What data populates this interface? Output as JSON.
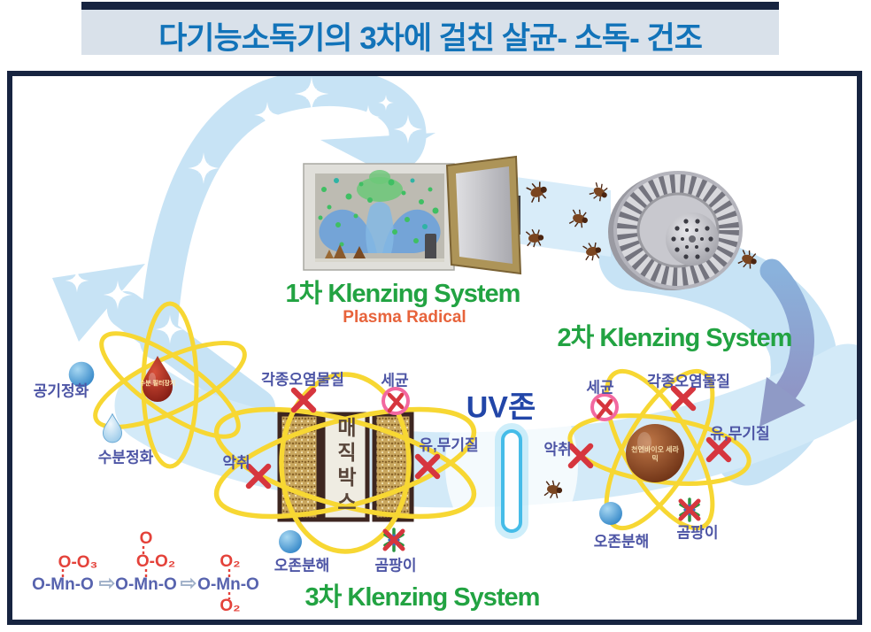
{
  "title": {
    "text": "다기능소독기의 3차에 걸친 살균- 소독- 건조"
  },
  "stage1": {
    "title": "1차 Klenzing System",
    "subtitle": "Plasma Radical"
  },
  "stage2": {
    "title": "2차 Klenzing System"
  },
  "stage3": {
    "title": "3차 Klenzing System"
  },
  "uv": {
    "label": "UV존"
  },
  "magic_box": {
    "label": "매직박스"
  },
  "left_atom": {
    "core": "수분 필터장치",
    "air": "공기정화",
    "water": "수분정화"
  },
  "center_atom": {
    "pollutants": "각종오염물질",
    "germ": "세균",
    "odor": "악취",
    "organic": "유,무기질",
    "ozone": "오존분해",
    "mold": "곰팡이"
  },
  "right_atom": {
    "core": "천연바이오 세라믹",
    "germ": "세균",
    "pollutants": "각종오염물질",
    "organic": "유,무기질",
    "odor": "악취",
    "ozone": "오존분해",
    "mold": "곰팡이"
  },
  "chemistry": {
    "f1_top": "O-O₃",
    "f1_bottom": "O-Mn-O",
    "f2_top": "O",
    "f2_mid": "O-O₂",
    "f2_bottom": "O-Mn-O",
    "f3_top": "O₂",
    "f3_mid": "O-Mn-O",
    "f3_bottom": "O₂",
    "arrow": "⇨"
  },
  "colors": {
    "title_text": "#1273b9",
    "frame_navy": "#172440",
    "title_bg": "#d9e1ea",
    "flow_band": "#c7e3f5",
    "flow_arrow_dark": "#8ab0d8",
    "stage_green": "#22a342",
    "plasma_orange": "#e7633b",
    "label_blue": "#4d55a5",
    "x_red": "#d6363e",
    "orbit_yellow": "#f7d733",
    "uv_blue": "#2246a8",
    "chem_red": "#e4423a",
    "chem_blue": "#5763ae"
  }
}
